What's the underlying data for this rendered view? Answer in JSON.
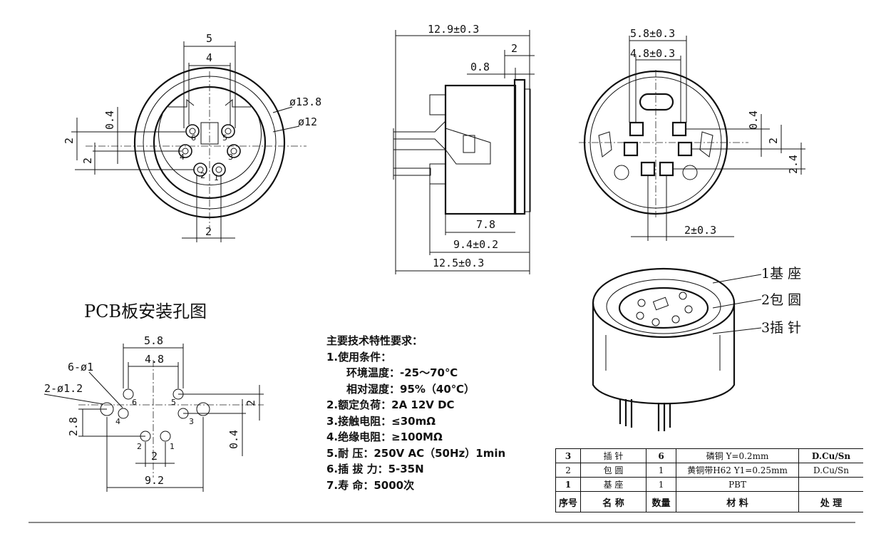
{
  "front_view": {
    "dims": {
      "outer_width": "5",
      "inner_width": "4",
      "height_04": "0.4",
      "height_2a": "2",
      "height_2b": "2",
      "bottom": "2"
    },
    "diameters": {
      "outer": "ø13.8",
      "inner": "ø12"
    },
    "pins": [
      "6",
      "5",
      "4",
      "3",
      "2",
      "1"
    ]
  },
  "side_view": {
    "dims": {
      "top": "12.9±0.3",
      "d2": "2",
      "d08": "0.8",
      "d78": "7.8",
      "d94": "9.4±0.2",
      "d125": "12.5±0.3"
    }
  },
  "rear_view": {
    "dims": {
      "d58": "5.8±0.3",
      "d48": "4.8±0.3",
      "d04": "0.4",
      "d2": "2",
      "d24": "2.4",
      "bottom": "2±0.3"
    }
  },
  "pcb": {
    "title": "PCB板安装孔图",
    "dims": {
      "d58": "5.8",
      "d48": "4.8",
      "d92": "9.2",
      "d2": "2",
      "d28": "2.8",
      "d2v": "2",
      "d04": "0.4"
    },
    "labels": {
      "holes6": "6-ø1",
      "holes2": "2-ø1.2"
    },
    "pins": [
      "6",
      "5",
      "4",
      "3",
      "2",
      "1"
    ]
  },
  "parts": [
    "1基  座",
    "2包  圆",
    "3插  针"
  ],
  "specs": {
    "title": "主要技术特性要求：",
    "items": [
      "1.使用条件：",
      "环境温度：-25～70℃",
      "相对湿度：95%（40℃）",
      "2.额定负荷：2A 12V DC",
      "3.接触电阻：≤30mΩ",
      "4.绝缘电阻：≥100MΩ",
      "5.耐    压：250V AC（50Hz）1min",
      "6.插 拔 力：5-35N",
      "7.寿    命：5000次"
    ]
  },
  "bom": {
    "rows": [
      [
        "3",
        "插 针",
        "6",
        "磷铜 Y=0.2mm",
        "D.Cu/Sn"
      ],
      [
        "2",
        "包 圆",
        "1",
        "黄铜带H62 Y1=0.25mm",
        "D.Cu/Sn"
      ],
      [
        "1",
        "基 座",
        "1",
        "PBT",
        ""
      ]
    ],
    "header": [
      "序号",
      "名  称",
      "数量",
      "材  料",
      "处  理"
    ]
  }
}
